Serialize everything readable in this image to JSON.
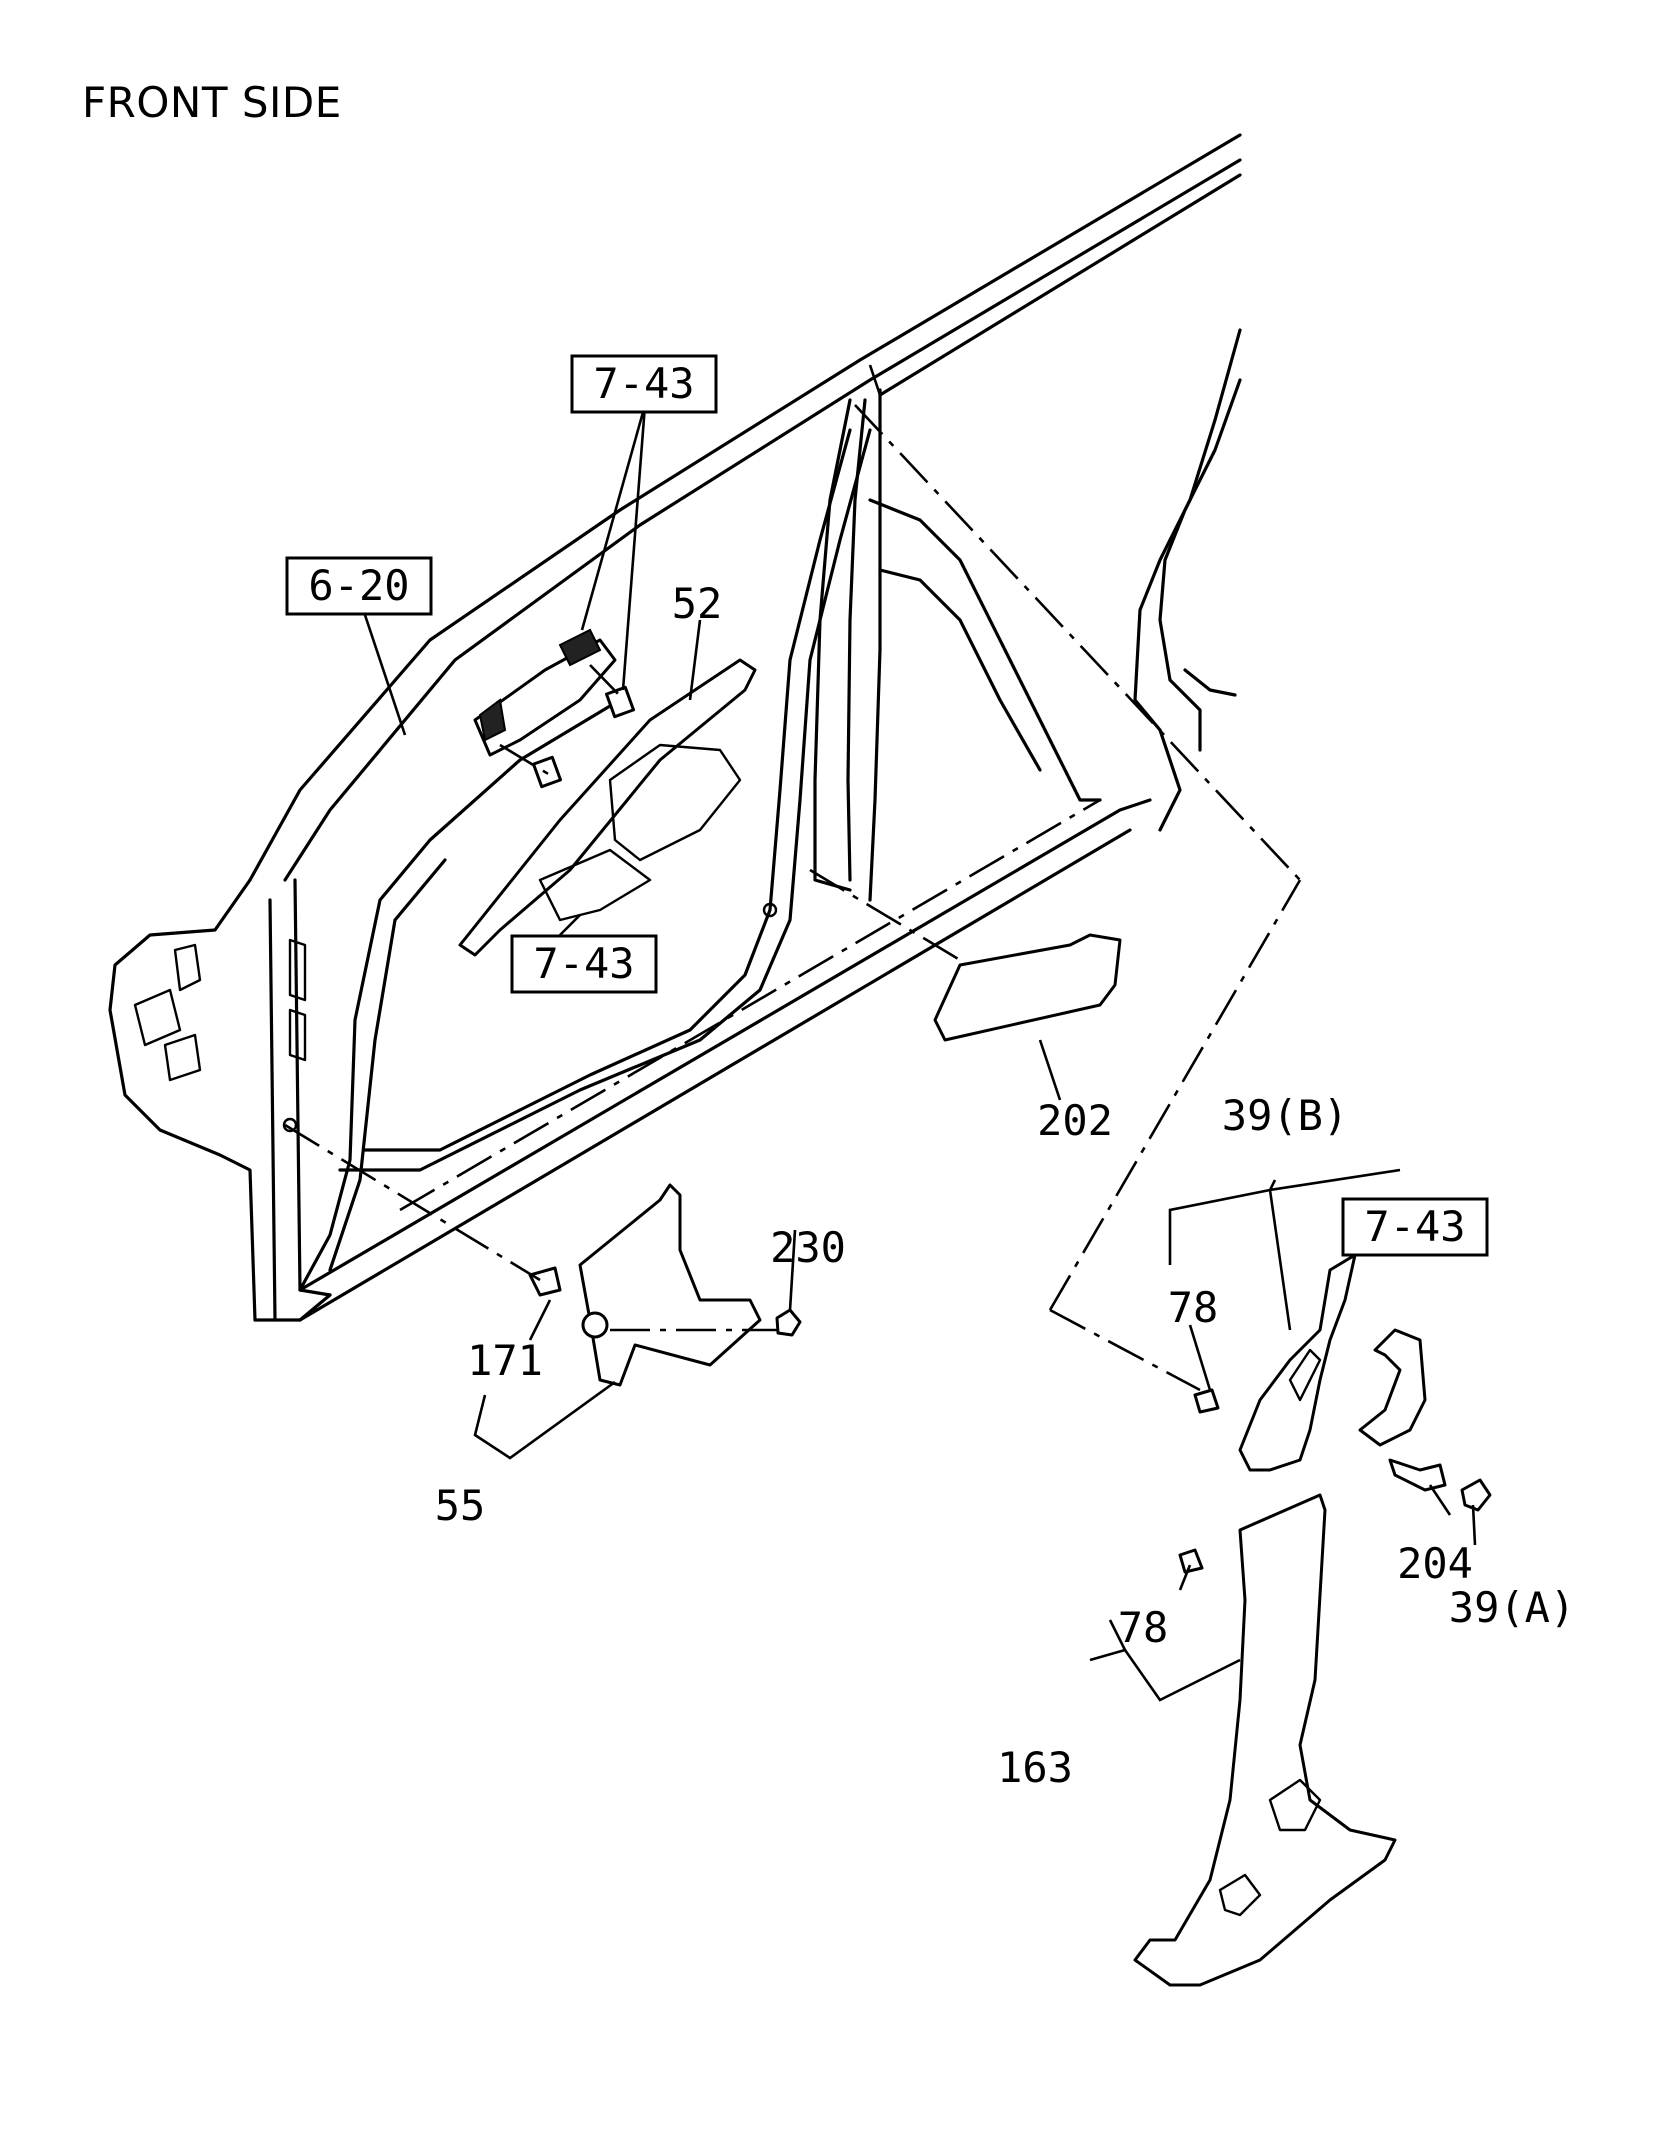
{
  "title": "FRONT SIDE",
  "references": {
    "ref_7_43_top": "7-43",
    "ref_6_20": "6-20",
    "ref_7_43_mid": "7-43",
    "ref_7_43_right": "7-43"
  },
  "callouts": {
    "c52": "52",
    "c202": "202",
    "c39b": "39(B)",
    "c230": "230",
    "c171": "171",
    "c55": "55",
    "c78_upper": "78",
    "c78_lower": "78",
    "c204": "204",
    "c39a": "39(A)",
    "c163": "163"
  }
}
